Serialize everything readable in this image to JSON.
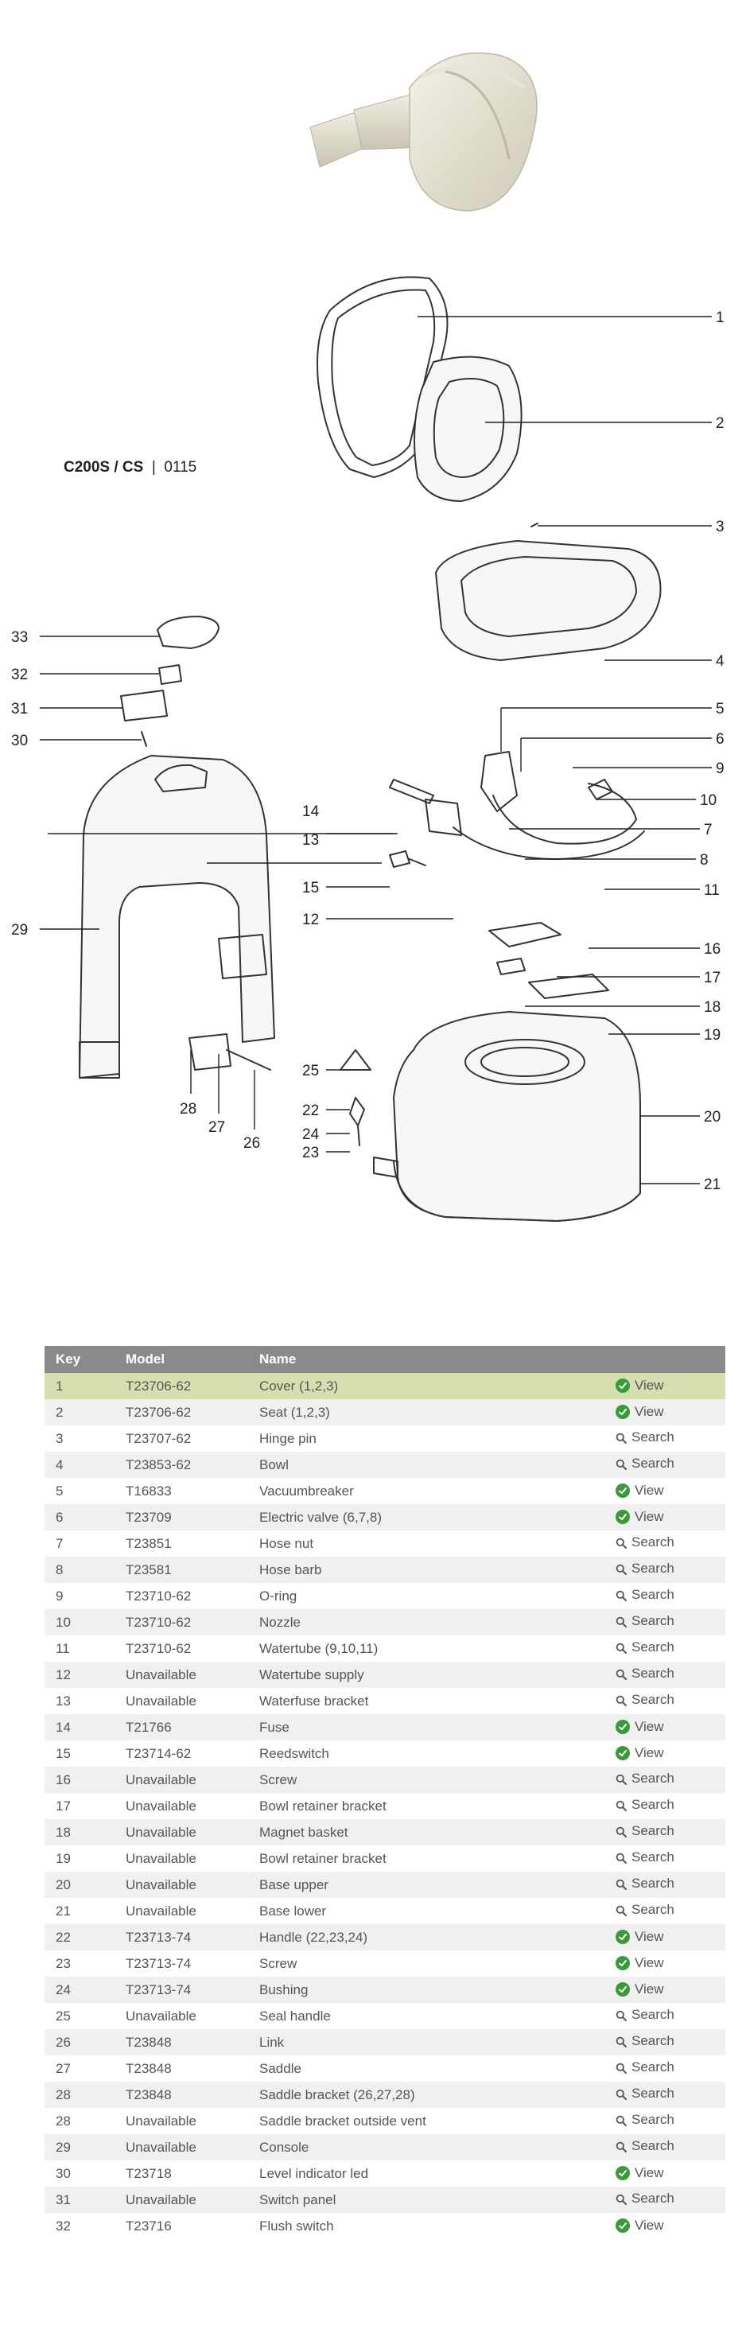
{
  "model": {
    "name": "C200S / CS",
    "code": "0115"
  },
  "table": {
    "headers": {
      "key": "Key",
      "model": "Model",
      "name": "Name"
    },
    "rows": [
      {
        "key": "1",
        "model": "T23706-62",
        "name": "Cover (1,2,3)",
        "action": "View"
      },
      {
        "key": "2",
        "model": "T23706-62",
        "name": "Seat (1,2,3)",
        "action": "View"
      },
      {
        "key": "3",
        "model": "T23707-62",
        "name": "Hinge pin",
        "action": "Search"
      },
      {
        "key": "4",
        "model": "T23853-62",
        "name": "Bowl",
        "action": "Search"
      },
      {
        "key": "5",
        "model": "T16833",
        "name": "Vacuumbreaker",
        "action": "View"
      },
      {
        "key": "6",
        "model": "T23709",
        "name": "Electric valve (6,7,8)",
        "action": "View"
      },
      {
        "key": "7",
        "model": "T23851",
        "name": "Hose nut",
        "action": "Search"
      },
      {
        "key": "8",
        "model": "T23581",
        "name": "Hose barb",
        "action": "Search"
      },
      {
        "key": "9",
        "model": "T23710-62",
        "name": "O-ring",
        "action": "Search"
      },
      {
        "key": "10",
        "model": "T23710-62",
        "name": "Nozzle",
        "action": "Search"
      },
      {
        "key": "11",
        "model": "T23710-62",
        "name": "Watertube (9,10,11)",
        "action": "Search"
      },
      {
        "key": "12",
        "model": "Unavailable",
        "name": "Watertube supply",
        "action": "Search"
      },
      {
        "key": "13",
        "model": "Unavailable",
        "name": "Waterfuse bracket",
        "action": "Search"
      },
      {
        "key": "14",
        "model": "T21766",
        "name": "Fuse",
        "action": "View"
      },
      {
        "key": "15",
        "model": "T23714-62",
        "name": "Reedswitch",
        "action": "View"
      },
      {
        "key": "16",
        "model": "Unavailable",
        "name": "Screw",
        "action": "Search"
      },
      {
        "key": "17",
        "model": "Unavailable",
        "name": "Bowl retainer bracket",
        "action": "Search"
      },
      {
        "key": "18",
        "model": "Unavailable",
        "name": "Magnet basket",
        "action": "Search"
      },
      {
        "key": "19",
        "model": "Unavailable",
        "name": "Bowl retainer bracket",
        "action": "Search"
      },
      {
        "key": "20",
        "model": "Unavailable",
        "name": "Base upper",
        "action": "Search"
      },
      {
        "key": "21",
        "model": "Unavailable",
        "name": "Base lower",
        "action": "Search"
      },
      {
        "key": "22",
        "model": "T23713-74",
        "name": "Handle (22,23,24)",
        "action": "View"
      },
      {
        "key": "23",
        "model": "T23713-74",
        "name": "Screw",
        "action": "View"
      },
      {
        "key": "24",
        "model": "T23713-74",
        "name": "Bushing",
        "action": "View"
      },
      {
        "key": "25",
        "model": "Unavailable",
        "name": "Seal handle",
        "action": "Search"
      },
      {
        "key": "26",
        "model": "T23848",
        "name": "Link",
        "action": "Search"
      },
      {
        "key": "27",
        "model": "T23848",
        "name": "Saddle",
        "action": "Search"
      },
      {
        "key": "28",
        "model": "T23848",
        "name": "Saddle bracket (26,27,28)",
        "action": "Search"
      },
      {
        "key": "28",
        "model": "Unavailable",
        "name": "Saddle bracket outside vent",
        "action": "Search"
      },
      {
        "key": "29",
        "model": "Unavailable",
        "name": "Console",
        "action": "Search"
      },
      {
        "key": "30",
        "model": "T23718",
        "name": "Level indicator led",
        "action": "View"
      },
      {
        "key": "31",
        "model": "Unavailable",
        "name": "Switch panel",
        "action": "Search"
      },
      {
        "key": "32",
        "model": "T23716",
        "name": "Flush switch",
        "action": "View"
      }
    ]
  },
  "diagram": {
    "callouts": [
      "1",
      "2",
      "3",
      "4",
      "5",
      "6",
      "7",
      "8",
      "9",
      "10",
      "11",
      "12",
      "13",
      "14",
      "15",
      "16",
      "17",
      "18",
      "19",
      "20",
      "21",
      "22",
      "23",
      "24",
      "25",
      "26",
      "27",
      "28",
      "29",
      "30",
      "31",
      "32",
      "33"
    ]
  },
  "colors": {
    "header_bg": "#8a8a8a",
    "highlight_row": "#d6dfb0",
    "view_icon": "#3a9a3a"
  },
  "icons": {
    "view": "check-circle-icon",
    "search": "magnifier-icon"
  }
}
